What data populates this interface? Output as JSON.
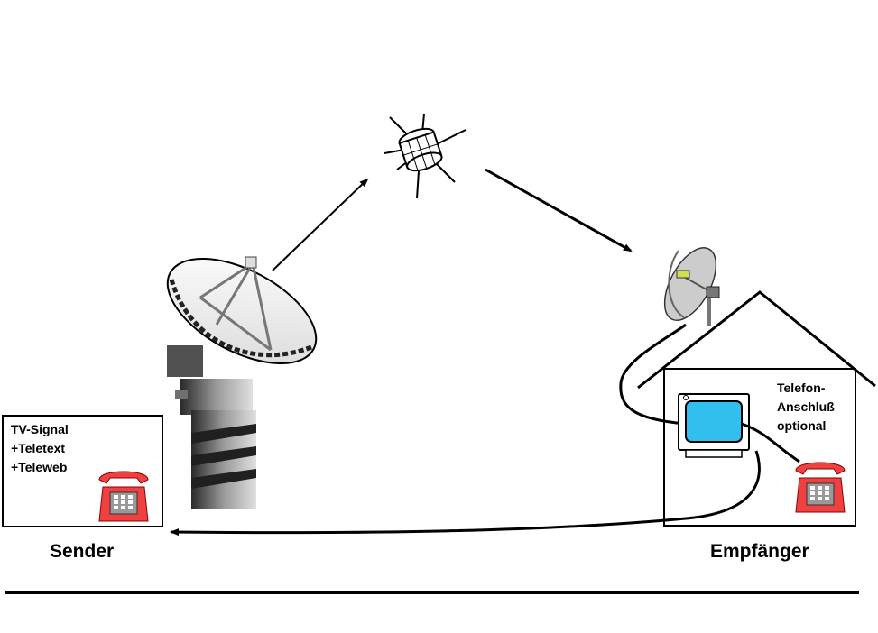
{
  "sender": {
    "label": "Sender",
    "box_lines": [
      "TV-Signal",
      "+Teletext",
      "+Teleweb"
    ]
  },
  "receiver": {
    "label": "Empfänger",
    "phone_lines": [
      "Telefon-",
      "Anschluß",
      "optional"
    ]
  },
  "colors": {
    "line": "#000000",
    "tv_screen": "#33bfee",
    "phone": "#f04040",
    "phone_dark": "#c02020",
    "dish_fill": "#ffffff",
    "tower_dark": "#404040",
    "tower_light": "#c8c8c8"
  }
}
